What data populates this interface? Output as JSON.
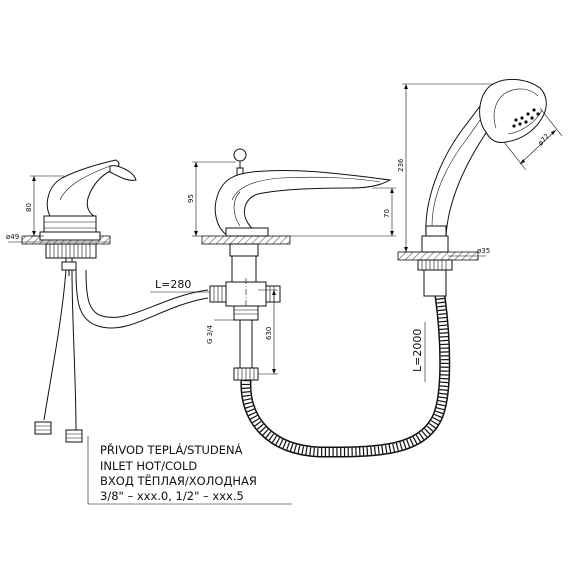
{
  "dimensions": {
    "mixer_height": "80",
    "mixer_diameter": "ø49",
    "spout_height": "95",
    "spout_clearance": "70",
    "hose_length_left": "L=280",
    "thread_size": "G 3/4",
    "riser_length": "630",
    "shower_height": "236",
    "shower_head_diameter": "ø72",
    "holder_diameter": "ø35",
    "shower_hose_length": "L=2000"
  },
  "note": {
    "line1": "PŘIVOD TEPLÁ/STUDENÁ",
    "line2": "INLET HOT/COLD",
    "line3": "ВХОД ТЁПЛАЯ/ХОЛОДНАЯ",
    "line4": "3/8\" – xxx.0, 1/2\" – xxx.5"
  },
  "colors": {
    "line": "#111111",
    "background": "#ffffff"
  }
}
